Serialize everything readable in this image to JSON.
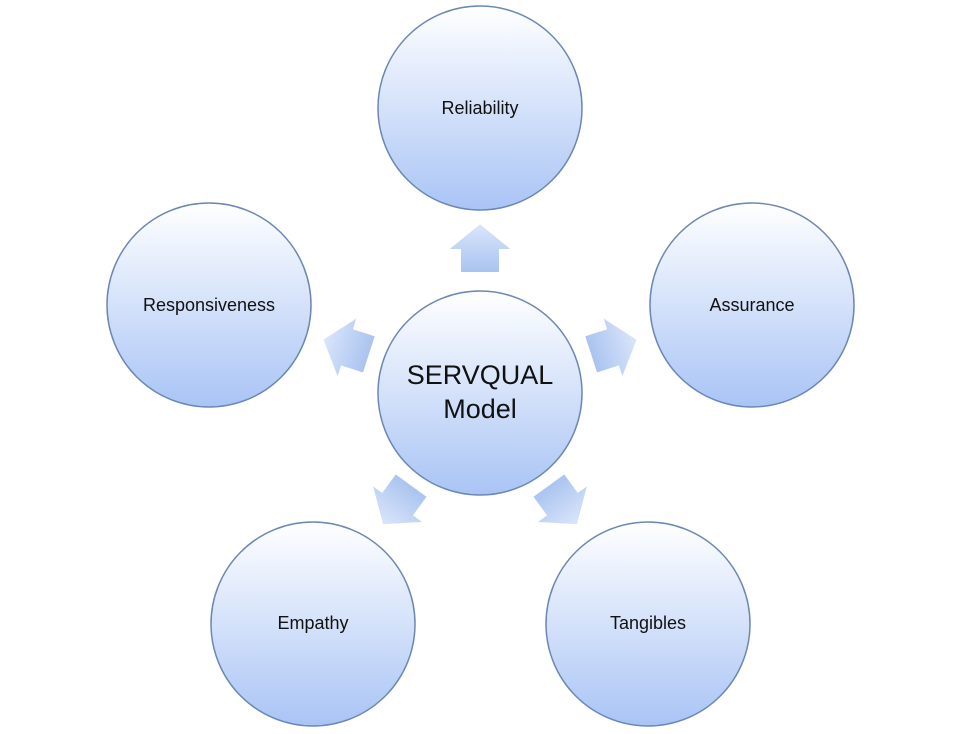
{
  "diagram": {
    "center": {
      "label_line1": "SERVQUAL",
      "label_line2": "Model"
    },
    "dimensions": [
      {
        "id": "reliability",
        "label": "Reliability"
      },
      {
        "id": "assurance",
        "label": "Assurance"
      },
      {
        "id": "tangibles",
        "label": "Tangibles"
      },
      {
        "id": "empathy",
        "label": "Empathy"
      },
      {
        "id": "responsiveness",
        "label": "Responsiveness"
      }
    ]
  },
  "colors": {
    "circle_top": "#ffffff",
    "circle_bottom": "#a9c4f5",
    "circle_stroke": "#6d87b4",
    "arrow_top": "#dbe6fb",
    "arrow_bottom": "#a9c3ef"
  }
}
